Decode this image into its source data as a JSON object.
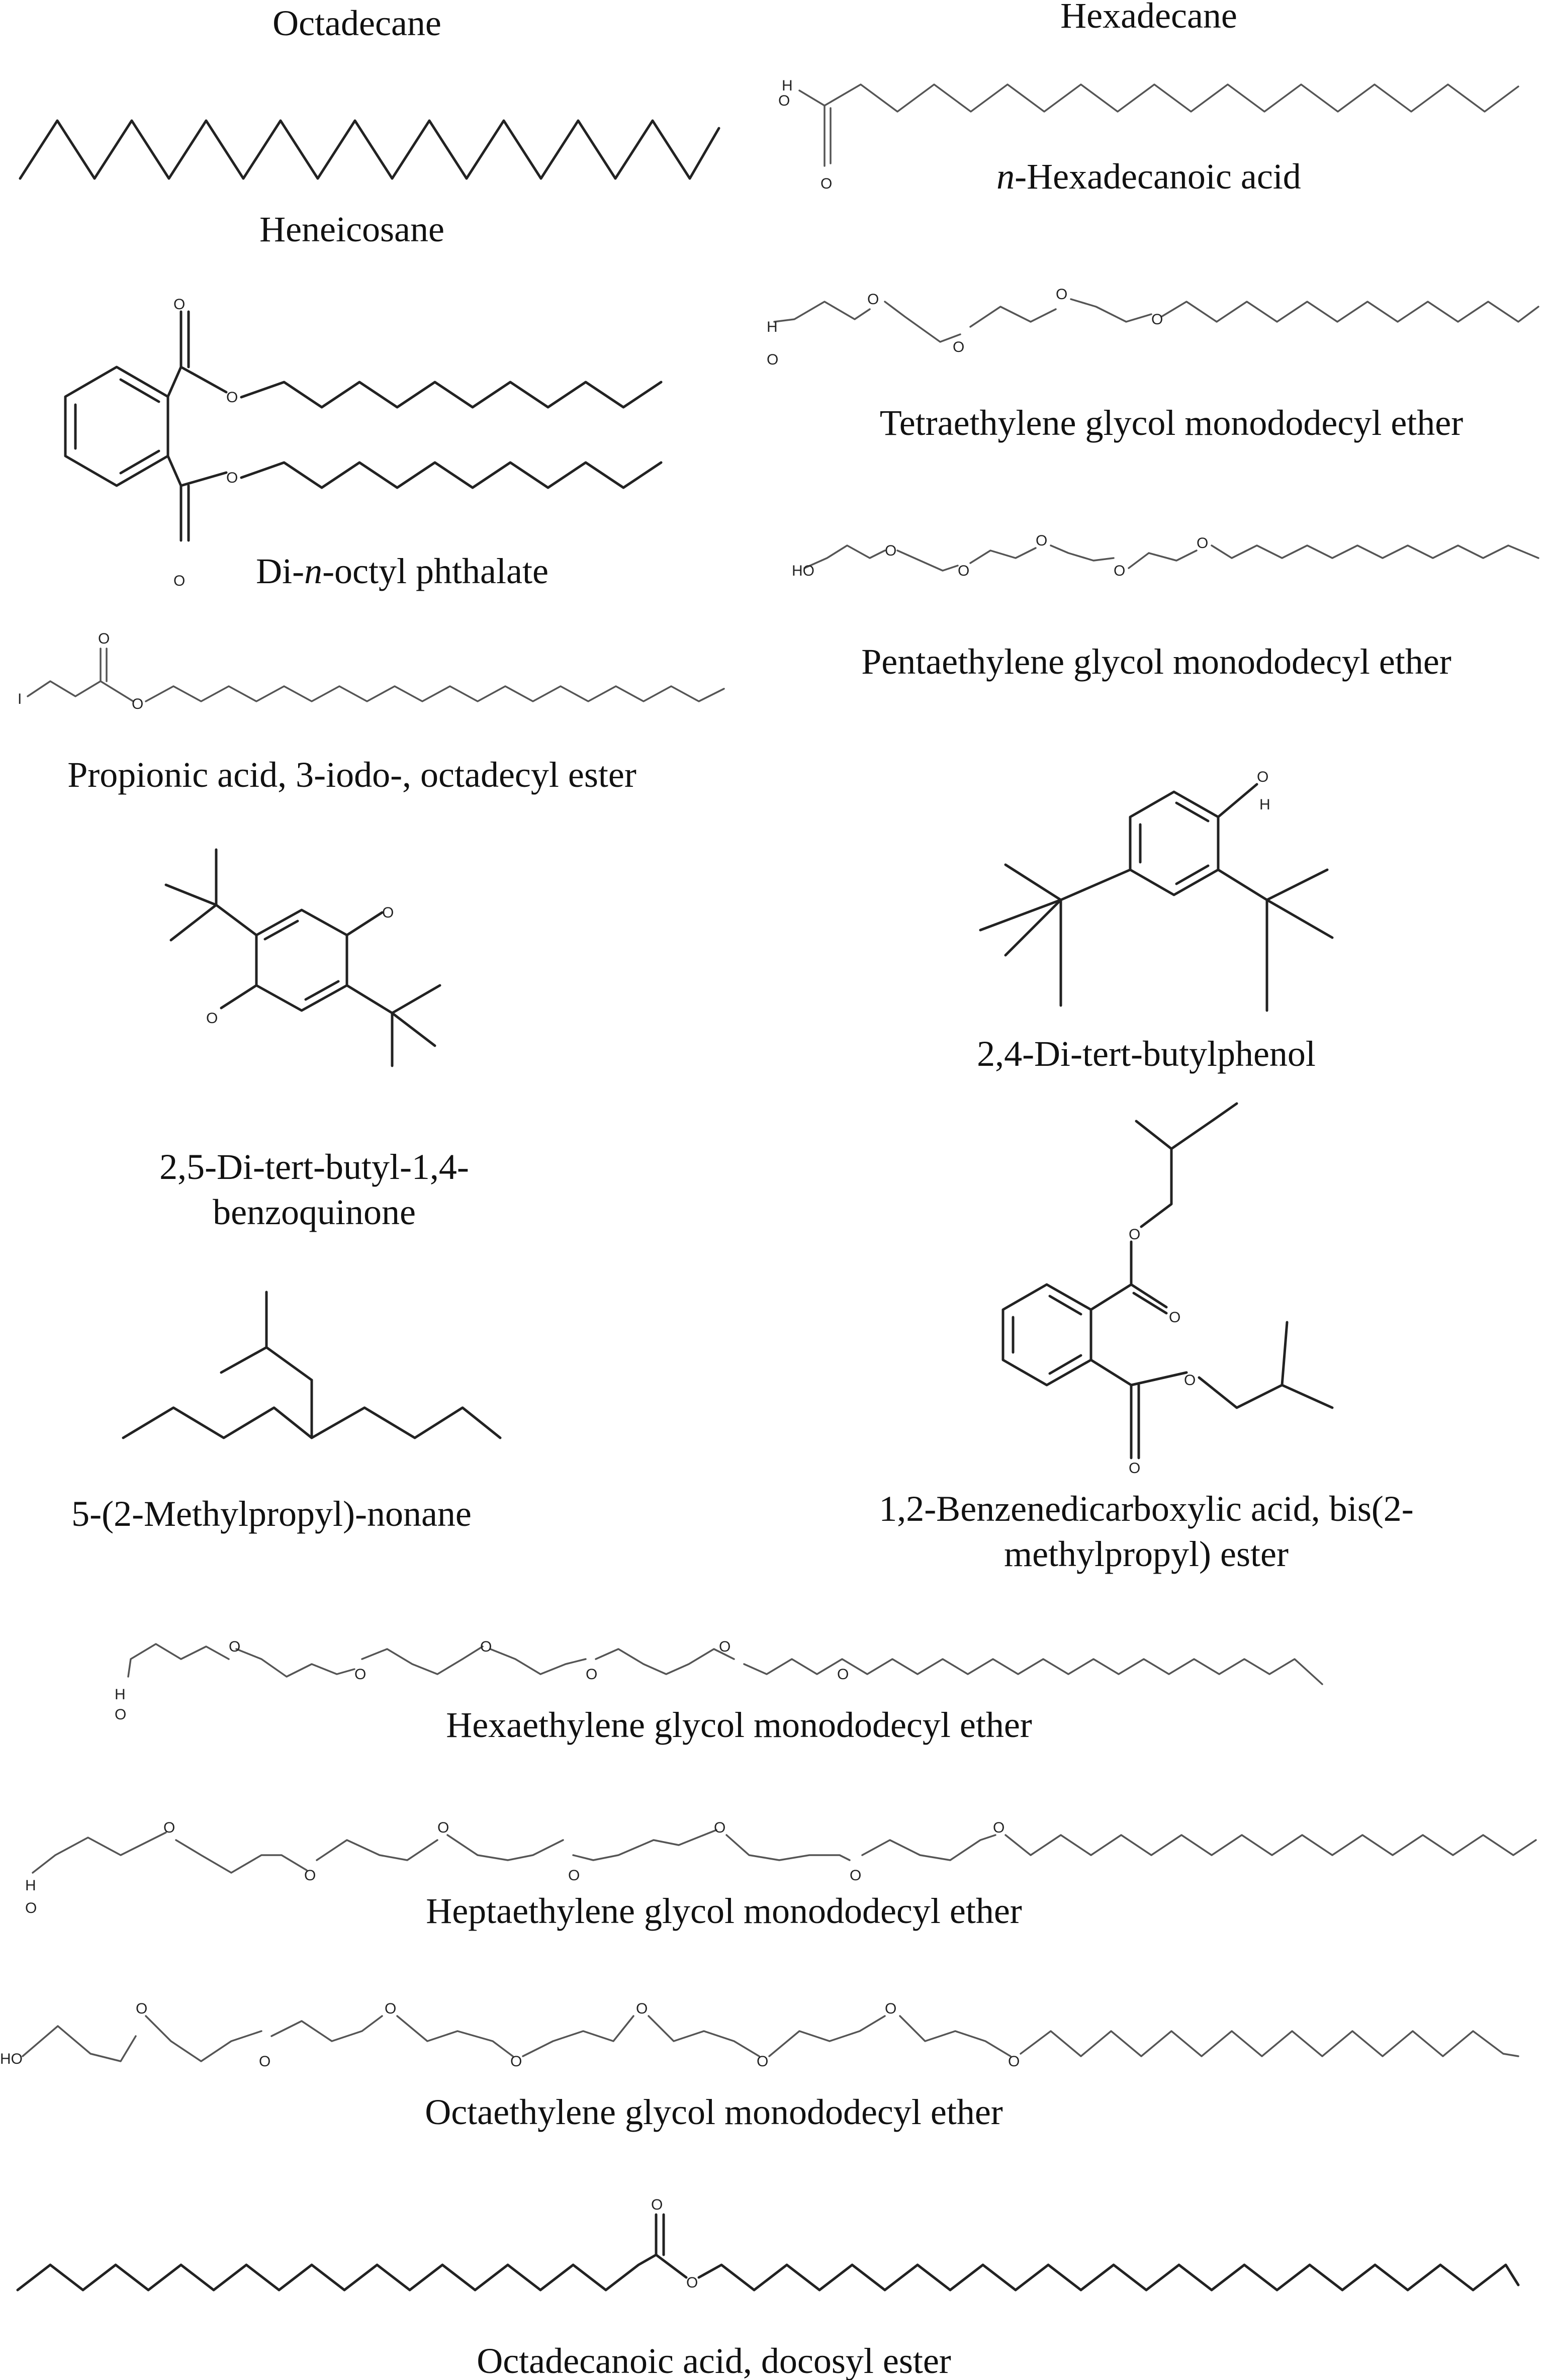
{
  "compounds": [
    {
      "id": "octadecane",
      "name": "Octadecane"
    },
    {
      "id": "hexadecane",
      "name": "Hexadecane"
    },
    {
      "id": "hexadecanoic-acid",
      "name_prefix": "n",
      "name_rest": "-Hexadecanoic acid"
    },
    {
      "id": "heneicosane",
      "name": "Heneicosane"
    },
    {
      "id": "tetraethylene",
      "name": "Tetraethylene glycol monododecyl ether"
    },
    {
      "id": "dioctyl-phthalate",
      "name_pre": "Di-",
      "name_italic": "n",
      "name_post": "-octyl phthalate"
    },
    {
      "id": "pentaethylene",
      "name": "Pentaethylene glycol monododecyl ether"
    },
    {
      "id": "iodo-ester",
      "name": "Propionic acid, 3-iodo-, octadecyl ester"
    },
    {
      "id": "dtb-phenol",
      "name": "2,4-Di-tert-butylphenol"
    },
    {
      "id": "dtb-quinone",
      "name_line1": "2,5-Di-tert-butyl-1,4-",
      "name_line2": "benzoquinone"
    },
    {
      "id": "methylpropyl-nonane",
      "name": "5-(2-Methylpropyl)-nonane"
    },
    {
      "id": "bis-ester",
      "name_line1": "1,2-Benzenedicarboxylic acid, bis(2-",
      "name_line2": "methylpropyl) ester"
    },
    {
      "id": "hexaethylene",
      "name": "Hexaethylene glycol monododecyl ether"
    },
    {
      "id": "heptaethylene",
      "name": "Heptaethylene glycol monododecyl ether"
    },
    {
      "id": "octaethylene",
      "name": "Octaethylene glycol monododecyl ether"
    },
    {
      "id": "docosyl-ester",
      "name": "Octadecanoic acid, docosyl ester"
    }
  ],
  "atoms": {
    "oxygen": "O",
    "hydroxyl": "HO",
    "hydroxyl_o": "O",
    "hydroxyl_h": "H",
    "iodine": "I"
  }
}
